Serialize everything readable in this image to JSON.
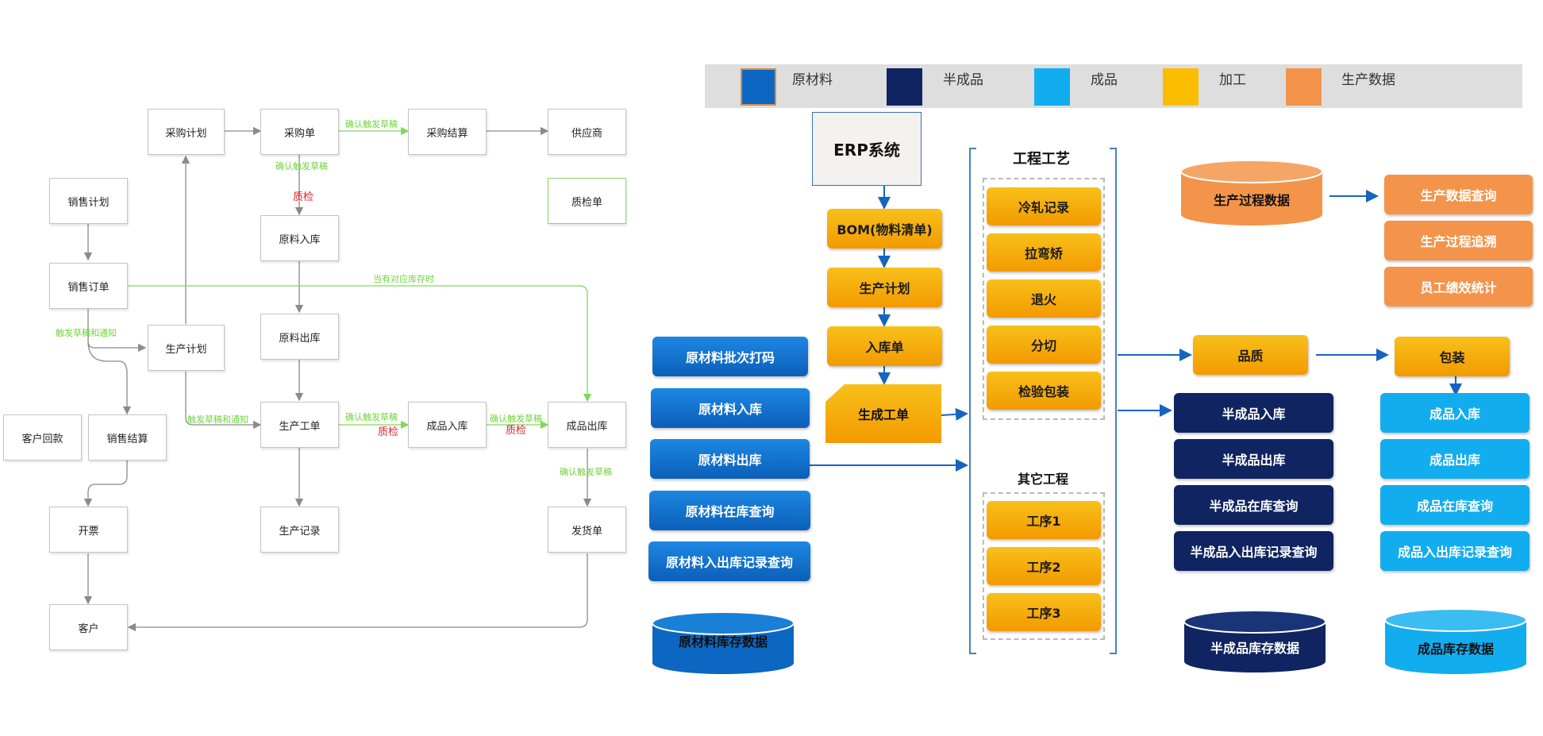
{
  "flowchart": {
    "nodes": {
      "purchase_plan": "采购计划",
      "purchase_order": "采购单",
      "purchase_settlement": "采购结算",
      "supplier": "供应商",
      "sales_plan": "销售计划",
      "qc_form": "质检单",
      "raw_in": "原料入库",
      "sales_order": "销售订单",
      "raw_out": "原料出库",
      "production_plan": "生产计划",
      "customer_payment": "客户回款",
      "sales_settlement": "销售结算",
      "work_order": "生产工单",
      "product_in": "成品入库",
      "product_out": "成品出库",
      "invoice": "开票",
      "production_record": "生产记录",
      "delivery_note": "发货单",
      "customer": "客户"
    },
    "edge_labels": {
      "confirm_draft_1": "确认触发草稿",
      "confirm_draft_2": "确认触发草稿",
      "when_stock": "当有对应库存时",
      "trigger_notify_1": "触发草稿和通知",
      "trigger_notify_2": "触发草稿和通知",
      "confirm_draft_3": "确认触发草稿",
      "confirm_draft_4": "确认触发草稿",
      "confirm_draft_5": "确认触发草稿",
      "qc_1": "质检",
      "qc_2": "质检",
      "qc_3": "质检"
    }
  },
  "legend": {
    "items": [
      {
        "label": "原材料",
        "color": "#0b67c2"
      },
      {
        "label": "半成品",
        "color": "#0f2460"
      },
      {
        "label": "成品",
        "color": "#12adee"
      },
      {
        "label": "加工",
        "color": "#fbbd00"
      },
      {
        "label": "生产数据",
        "color": "#f3944a"
      }
    ]
  },
  "system": {
    "erp": "ERP系统",
    "bom": "BOM(物料清单)",
    "plan": "生产计划",
    "inbound": "入库单",
    "work_order": "生成工单"
  },
  "process": {
    "title": "工程工艺",
    "steps": [
      "冷轧记录",
      "拉弯矫",
      "退火",
      "分切",
      "检验包装"
    ],
    "other_title": "其它工程",
    "other_steps": [
      "工序1",
      "工序2",
      "工序3"
    ]
  },
  "raw_material": {
    "items": [
      "原材料批次打码",
      "原材料入库",
      "原材料出库",
      "原材料在库查询",
      "原材料入出库记录查询"
    ],
    "db": "原材料库存数据"
  },
  "production_data": {
    "db": "生产过程数据",
    "items": [
      "生产数据查询",
      "生产过程追溯",
      "员工绩效统计"
    ]
  },
  "quality": "品质",
  "packing": "包装",
  "semi_product": {
    "items": [
      "半成品入库",
      "半成品出库",
      "半成品在库查询",
      "半成品入出库记录查询"
    ],
    "db": "半成品库存数据"
  },
  "product": {
    "items": [
      "成品入库",
      "成品出库",
      "成品在库查询",
      "成品入出库记录查询"
    ],
    "db": "成品库存数据"
  }
}
